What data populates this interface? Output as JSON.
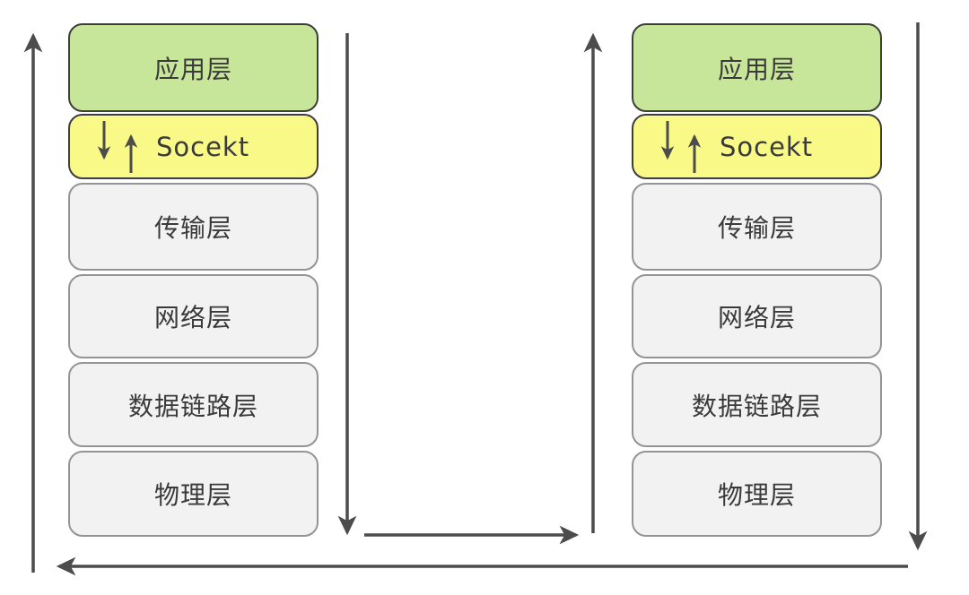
{
  "layers": [
    {
      "id": "application",
      "label": "应用层",
      "fill": "#c8e699"
    },
    {
      "id": "socket",
      "label": "Socekt",
      "fill": "#f9f987"
    },
    {
      "id": "transport",
      "label": "传输层",
      "fill": "#f2f2f2"
    },
    {
      "id": "network",
      "label": "网络层",
      "fill": "#f2f2f2"
    },
    {
      "id": "datalink",
      "label": "数据链路层",
      "fill": "#f2f2f2"
    },
    {
      "id": "physical",
      "label": "物理层",
      "fill": "#f2f2f2"
    }
  ],
  "stacks": [
    {
      "side": "left",
      "layer_ids": [
        "application",
        "socket",
        "transport",
        "network",
        "datalink",
        "physical"
      ]
    },
    {
      "side": "right",
      "layer_ids": [
        "application",
        "socket",
        "transport",
        "network",
        "datalink",
        "physical"
      ]
    }
  ],
  "socket_box": {
    "icons": [
      "down-arrow-icon",
      "up-arrow-icon"
    ],
    "label": "Socekt"
  },
  "flow_arrows": [
    {
      "name": "left-outer-up-arrow",
      "direction": "up"
    },
    {
      "name": "left-inner-down-arrow",
      "direction": "down"
    },
    {
      "name": "middle-right-arrow",
      "direction": "right"
    },
    {
      "name": "right-inner-up-arrow",
      "direction": "up"
    },
    {
      "name": "right-outer-down-arrow",
      "direction": "down"
    },
    {
      "name": "bottom-left-arrow",
      "direction": "left"
    }
  ],
  "colors": {
    "application_fill": "#c8e699",
    "socket_fill": "#f9f987",
    "layer_fill": "#f2f2f2",
    "colored_border": "#3d3d3d",
    "layer_border": "#949494",
    "arrow_color": "#4c4c4c",
    "text_color": "#3a3a3a",
    "canvas_bg": "#ffffff"
  }
}
